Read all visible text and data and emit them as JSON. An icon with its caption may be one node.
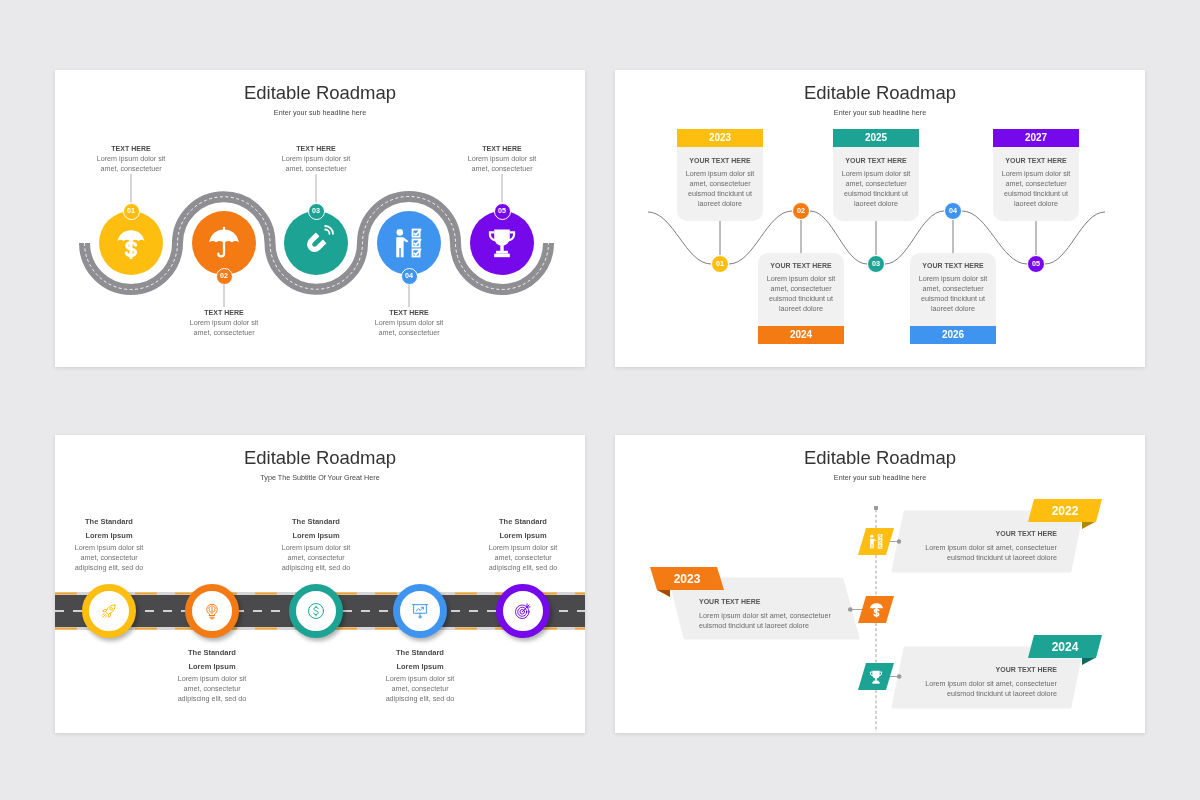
{
  "diagram": {
    "nodes": [
      {
        "text": [
          "Editable Roadmap",
          "Enter your sub headline here"
        ]
      },
      {
        "text": [
          "TEXT HERE",
          "Lorem ipsum dolor sit amet, consectetuer"
        ],
        "in": 0
      },
      {
        "text": [
          "01"
        ],
        "in": 0
      },
      {
        "text": [],
        "shape": "circle",
        "in": 0
      },
      {
        "text": [],
        "shape": "circle",
        "in": 0
      },
      {
        "text": [
          "02"
        ],
        "in": 0
      },
      {
        "text": [
          "TEXT HERE",
          "Lorem ipsum dolor sit amet, consectetuer"
        ],
        "in": 0
      },
      {
        "text": [
          "TEXT HERE",
          "Lorem ipsum dolor sit amet, consectetuer"
        ],
        "in": 0
      },
      {
        "text": [
          "03"
        ],
        "in": 0
      },
      {
        "text": [],
        "shape": "circle",
        "in": 0
      },
      {
        "text": [],
        "shape": "circle",
        "in": 0
      },
      {
        "text": [
          "04"
        ],
        "in": 0
      },
      {
        "text": [
          "TEXT HERE",
          "Lorem ipsum dolor sit amet, consectetuer"
        ],
        "in": 0
      },
      {
        "text": [
          "TEXT HERE",
          "Lorem ipsum dolor sit amet, consectetuer"
        ],
        "in": 0
      },
      {
        "text": [
          "05"
        ],
        "in": 0
      },
      {
        "text": [],
        "shape": "circle",
        "in": 0
      },
      {
        "text": [
          "Editable Roadmap",
          "Enter your sub headline here"
        ]
      },
      {
        "text": [
          "2023",
          "YOUR TEXT HERE",
          "Lorem ipsum dolor sit amet, consectetuer euismod tincidunt ut laoreet dolore"
        ],
        "in": 16
      },
      {
        "text": [
          "01"
        ],
        "in": 16
      },
      {
        "text": [
          "02"
        ],
        "in": 16
      },
      {
        "text": [
          "YOUR TEXT HERE",
          "Lorem ipsum dolor sit amet, consectetuer euismod tincidunt ut laoreet dolore",
          "2024"
        ],
        "in": 16
      },
      {
        "text": [
          "2025",
          "YOUR TEXT HERE",
          "Lorem ipsum dolor sit amet, consectetuer euismod tincidunt ut laoreet dolore"
        ],
        "in": 16
      },
      {
        "text": [
          "03"
        ],
        "in": 16
      },
      {
        "text": [
          "04"
        ],
        "in": 16
      },
      {
        "text": [
          "YOUR TEXT HERE",
          "Lorem ipsum dolor sit amet, consectetuer euismod tincidunt ut laoreet dolore",
          "2026"
        ],
        "in": 16
      },
      {
        "text": [
          "2027",
          "YOUR TEXT HERE",
          "Lorem ipsum dolor sit amet, consectetuer euismod tincidunt ut laoreet dolore"
        ],
        "in": 16
      },
      {
        "text": [
          "05"
        ],
        "in": 16
      },
      {
        "text": [
          "Editable Roadmap",
          "Type The Subtitle Of Your Great Here"
        ]
      },
      {
        "text": [],
        "shape": "circle",
        "in": 27,
        "beside": [
          "The Standard Lorem Ipsum",
          "Lorem ipsum dolor sit amet, consectetur adipiscing elit, sed do"
        ]
      },
      {
        "text": [],
        "shape": "circle",
        "in": 27,
        "beside": [
          "The Standard Lorem Ipsum",
          "Lorem ipsum dolor sit amet, consectetur adipiscing elit, sed do"
        ]
      },
      {
        "text": [],
        "shape": "circle",
        "in": 27,
        "beside": [
          "The Standard Lorem Ipsum",
          "Lorem ipsum dolor sit amet, consectetur adipiscing elit, sed do"
        ]
      },
      {
        "text": [],
        "shape": "circle",
        "in": 27,
        "beside": [
          "The Standard Lorem Ipsum",
          "Lorem ipsum dolor sit amet, consectetur adipiscing elit, sed do"
        ]
      },
      {
        "text": [],
        "shape": "circle",
        "in": 27,
        "beside": [
          "The Standard Lorem Ipsum",
          "Lorem ipsum dolor sit amet, consectetur adipiscing elit, sed do"
        ]
      },
      {
        "text": [
          "Editable Roadmap",
          "Enter your sub headline here"
        ]
      },
      {
        "text": [
          "2022",
          "YOUR TEXT HERE",
          "Lorem ipsum dolor sit amet, consectetuer euismod tincidunt ut laoreet dolore"
        ],
        "in": 33
      },
      {
        "text": [],
        "shape": "parallelogram",
        "in": 33
      },
      {
        "text": [
          "2023",
          "YOUR TEXT HERE",
          "Lorem ipsum dolor sit amet, consectetuer euismod tincidunt ut laoreet dolore"
        ],
        "in": 33
      },
      {
        "text": [],
        "shape": "parallelogram",
        "in": 33
      },
      {
        "text": [
          "2024",
          "YOUR TEXT HERE",
          "Lorem ipsum dolor sit amet, consectetuer euismod tincidunt ut laoreet dolore"
        ],
        "in": 33
      },
      {
        "text": [],
        "shape": "parallelogram",
        "in": 33
      }
    ],
    "edges": [
      {
        "from": 1,
        "to": 2,
        "arrow": "none"
      },
      {
        "from": 6,
        "to": 5,
        "arrow": "none"
      },
      {
        "from": 7,
        "to": 8,
        "arrow": "none"
      },
      {
        "from": 12,
        "to": 11,
        "arrow": "none"
      },
      {
        "from": 13,
        "to": 14,
        "arrow": "none"
      },
      {
        "from": 17,
        "to": 18,
        "arrow": "none"
      },
      {
        "from": 20,
        "to": 19,
        "arrow": "none"
      },
      {
        "from": 21,
        "to": 22,
        "arrow": "none"
      },
      {
        "from": 24,
        "to": 23,
        "arrow": "none"
      },
      {
        "from": 25,
        "to": 26,
        "arrow": "none"
      },
      {
        "from": null,
        "to": 18,
        "arrow": "none"
      },
      {
        "from": 18,
        "to": 19,
        "arrow": "none"
      },
      {
        "from": 19,
        "to": 22,
        "arrow": "none"
      },
      {
        "from": 22,
        "to": 23,
        "arrow": "none"
      },
      {
        "from": 23,
        "to": 26,
        "arrow": "none"
      },
      {
        "from": 26,
        "to": null,
        "arrow": "none"
      },
      {
        "from": 35,
        "to": null,
        "arrow": "other",
        "style": "dashed"
      },
      {
        "from": 35,
        "to": 37,
        "arrow": "none",
        "style": "dashed"
      },
      {
        "from": 37,
        "to": 39,
        "arrow": "none",
        "style": "dashed"
      },
      {
        "from": 39,
        "to": null,
        "arrow": "none",
        "style": "dashed"
      },
      {
        "from": 35,
        "to": 34,
        "arrow": "other"
      },
      {
        "from": 37,
        "to": 36,
        "arrow": "other"
      },
      {
        "from": 39,
        "to": 38,
        "arrow": "other"
      }
    ]
  }
}
